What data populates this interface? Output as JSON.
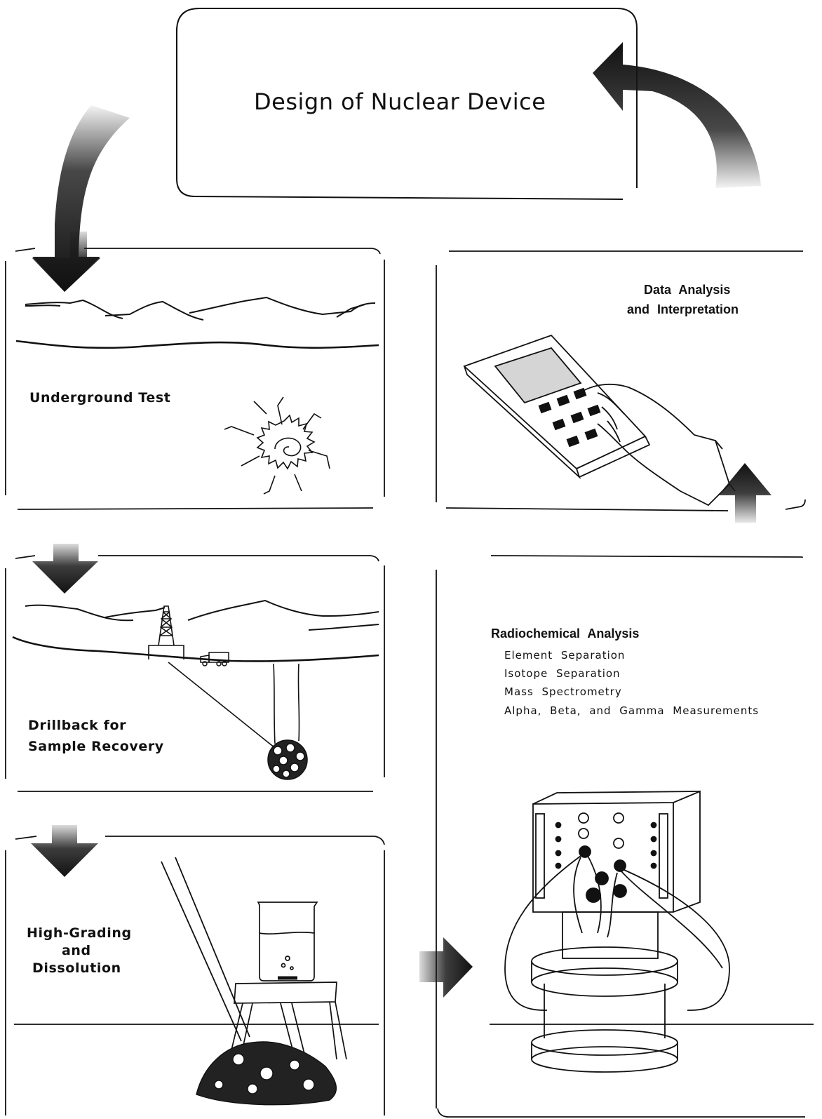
{
  "title": "Design of Nuclear Device",
  "stages": {
    "underground_test": "Underground Test",
    "drillback_line1": "Drillback for",
    "drillback_line2": "Sample Recovery",
    "high_grading_line1": "High-Grading",
    "high_grading_line2": "and",
    "high_grading_line3": "Dissolution",
    "data_analysis_line1": "Data Analysis",
    "data_analysis_line2": "and Interpretation",
    "radiochemical_title": "Radiochemical Analysis",
    "radiochemical_items": [
      "Element Separation",
      "Isotope Separation",
      "Mass Spectrometry",
      "Alpha, Beta, and Gamma Measurements"
    ]
  },
  "icons": [
    "curved-arrow-down-icon",
    "curved-arrow-up-icon",
    "down-arrow-icon",
    "right-arrow-icon",
    "up-arrow-icon",
    "explosion-icon",
    "drill-rig-icon",
    "truck-icon",
    "beaker-icon",
    "calculator-icon",
    "hand-icon",
    "counting-instrument-icon"
  ]
}
